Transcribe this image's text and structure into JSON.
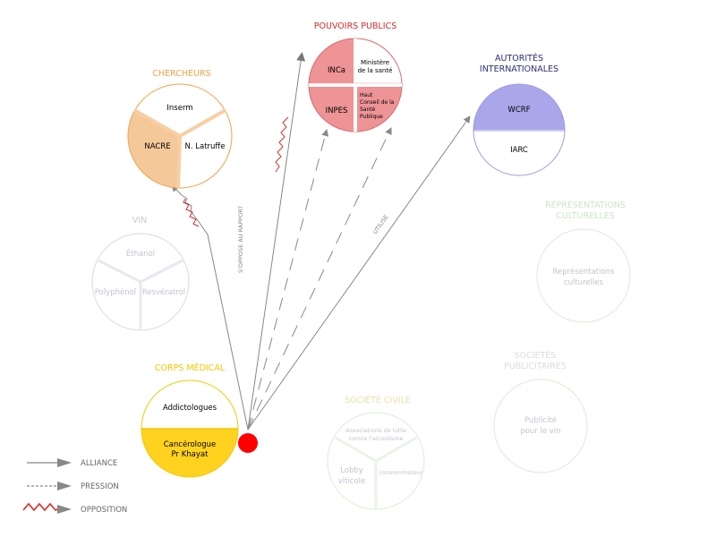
{
  "colors": {
    "orange": "#f0a347",
    "orange_fill": "#f5c89a",
    "red": "#d92a2a",
    "pink": "#ee9396",
    "pink_stroke": "#d96a6f",
    "purple": "#2e2d7a",
    "purple_fill": "#aaa6ea",
    "purple_stroke": "#a09be0",
    "yellow": "#f2c800",
    "yellow_fill": "#ffd21f",
    "gray": "#888888",
    "faded_gray": "#c9c9d4",
    "faded_green": "#cbe8c4",
    "origin_dot": "#ff0000"
  },
  "chercheurs": {
    "title": "CHERCHEURS",
    "inserm": "Inserm",
    "nacre": "NACRE",
    "latruffe": "N. Latruffe"
  },
  "pouvoirs_publics": {
    "title": "POUVOIRS PUBLICS",
    "inca": "INCa",
    "ministere_l1": "Ministère",
    "ministere_l2": "de la santé",
    "inpes": "INPES",
    "hcsp_l1": "Haut",
    "hcsp_l2": "Conseil de la",
    "hcsp_l3": "Santé",
    "hcsp_l4": "Publique"
  },
  "autorites": {
    "title_l1": "AUTORITÉS",
    "title_l2": "INTERNATIONALES",
    "wcrf": "WCRF",
    "iarc": "IARC"
  },
  "vin": {
    "title": "VIN",
    "ethanol": "Éthanol",
    "polyphenol": "Polyphénol",
    "resveratrol": "Resvératrol"
  },
  "representations": {
    "title_l1": "REPRÉSENTATIONS",
    "title_l2": "CULTURELLES",
    "inner_l1": "Représentations",
    "inner_l2": "culturelles"
  },
  "societes_pub": {
    "title_l1": "SOCIÉTÉS",
    "title_l2": "PUBLICITAIRES",
    "inner_l1": "Publicité",
    "inner_l2": "pour le vin"
  },
  "corps_medical": {
    "title": "CORPS MÉDICAL",
    "addicto": "Addictologues",
    "cancero_l1": "Cancérologue",
    "cancero_l2": "Pr Khayat"
  },
  "societe_civile": {
    "title": "SOCIÉTÉ CIVILE",
    "assoc_l1": "Associations de lutte",
    "assoc_l2": "contre l'alcoolisme",
    "lobby_l1": "Lobby",
    "lobby_l2": "viticole",
    "conso": "consommateur"
  },
  "edge_labels": {
    "oppose": "S'OPPOSE AU RAPPORT",
    "utilise": "UTILISE"
  },
  "legend": {
    "alliance": "ALLIANCE",
    "pression": "PRESSION",
    "opposition": "OPPOSITION"
  }
}
